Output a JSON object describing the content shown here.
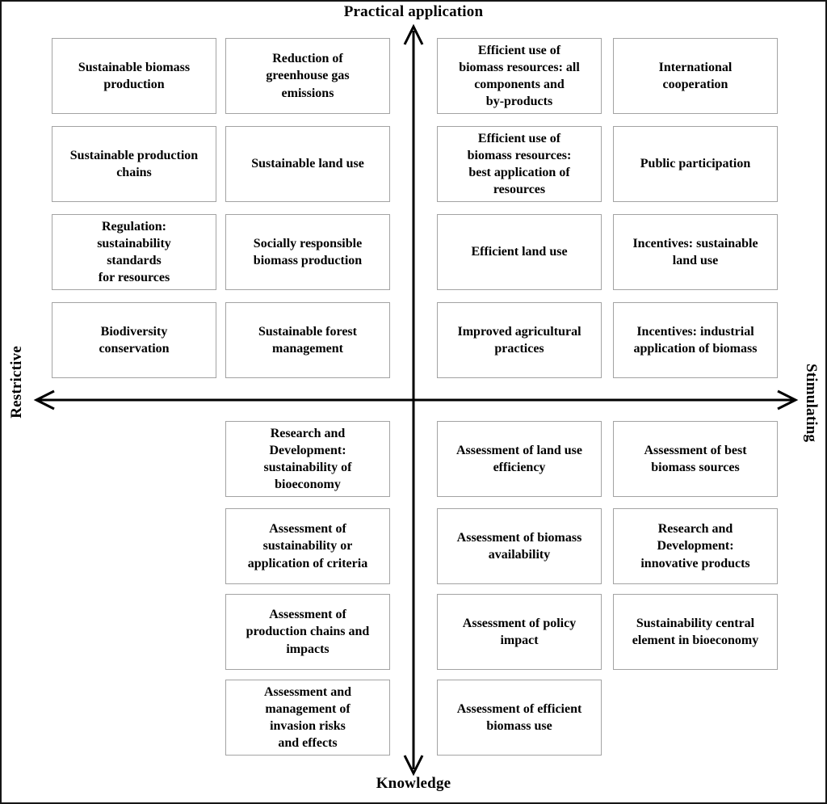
{
  "diagram": {
    "axes": {
      "top": "Practical application",
      "bottom": "Knowledge",
      "left": "Restrictive",
      "right": "Stimulating"
    },
    "boxes": [
      {
        "label": "Sustainable biomass\nproduction",
        "col": 0,
        "row": 0
      },
      {
        "label": "Reduction of\ngreenhouse gas\nemissions",
        "col": 1,
        "row": 0
      },
      {
        "label": "Efficient use of\nbiomass resources: all\ncomponents and\nby-products",
        "col": 2,
        "row": 0
      },
      {
        "label": "International\ncooperation",
        "col": 3,
        "row": 0
      },
      {
        "label": "Sustainable production\nchains",
        "col": 0,
        "row": 1
      },
      {
        "label": "Sustainable land use",
        "col": 1,
        "row": 1
      },
      {
        "label": "Efficient use of\nbiomass resources:\nbest application of\nresources",
        "col": 2,
        "row": 1
      },
      {
        "label": "Public participation",
        "col": 3,
        "row": 1
      },
      {
        "label": "Regulation:\nsustainability\nstandards\nfor resources",
        "col": 0,
        "row": 2
      },
      {
        "label": "Socially responsible\nbiomass production",
        "col": 1,
        "row": 2
      },
      {
        "label": "Efficient land use",
        "col": 2,
        "row": 2
      },
      {
        "label": "Incentives: sustainable\nland use",
        "col": 3,
        "row": 2
      },
      {
        "label": "Biodiversity\nconservation",
        "col": 0,
        "row": 3
      },
      {
        "label": "Sustainable forest\nmanagement",
        "col": 1,
        "row": 3
      },
      {
        "label": "Improved agricultural\npractices",
        "col": 2,
        "row": 3
      },
      {
        "label": "Incentives: industrial\napplication of biomass",
        "col": 3,
        "row": 3
      },
      {
        "label": "Research and\nDevelopment:\nsustainability of\nbioeconomy",
        "col": 1,
        "row": 4
      },
      {
        "label": "Assessment of land use\nefficiency",
        "col": 2,
        "row": 4
      },
      {
        "label": "Assessment of best\nbiomass sources",
        "col": 3,
        "row": 4
      },
      {
        "label": "Assessment of\nsustainability or\napplication of criteria",
        "col": 1,
        "row": 5
      },
      {
        "label": "Assessment of biomass\navailability",
        "col": 2,
        "row": 5
      },
      {
        "label": "Research and\nDevelopment:\ninnovative products",
        "col": 3,
        "row": 5
      },
      {
        "label": "Assessment of\nproduction chains and\nimpacts",
        "col": 1,
        "row": 6
      },
      {
        "label": "Assessment of policy\nimpact",
        "col": 2,
        "row": 6
      },
      {
        "label": "Sustainability central\nelement in bioeconomy",
        "col": 3,
        "row": 6
      },
      {
        "label": "Assessment and\nmanagement of\ninvasion risks\nand effects",
        "col": 1,
        "row": 7
      },
      {
        "label": "Assessment of efficient\nbiomass use",
        "col": 2,
        "row": 7
      }
    ]
  }
}
